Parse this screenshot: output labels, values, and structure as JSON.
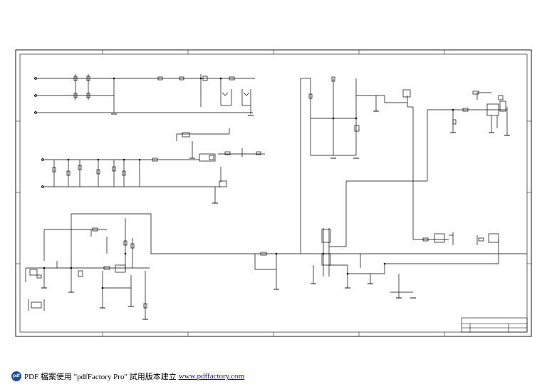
{
  "footer": {
    "logo_text": "pdf",
    "text": "PDF 檔案使用 \"pdfFactory Pro\" 試用版本建立",
    "link": "www.pdffactory.com"
  },
  "colors": {
    "background": "#ffffff",
    "wire": "#000000",
    "logo": "#1f4e9a",
    "link": "#1a0dab"
  }
}
